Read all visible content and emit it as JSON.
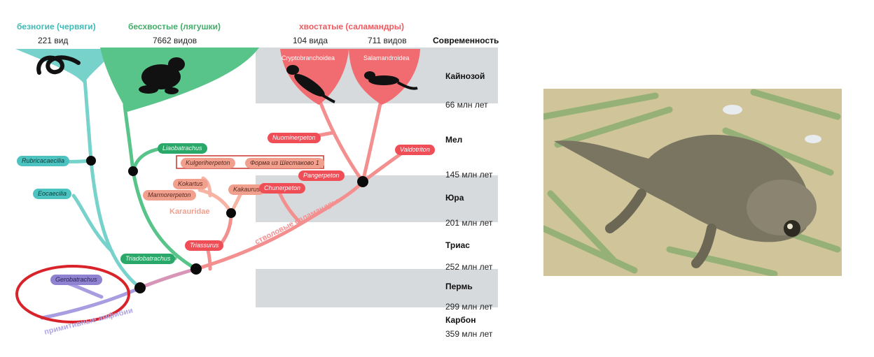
{
  "groups": {
    "caecilians": {
      "title": "безногие (червяги)",
      "count": "221 вид",
      "color": "#3fbab4"
    },
    "frogs": {
      "title": "бесхвостые (лягушки)",
      "count": "7662 видов",
      "color": "#3fae67"
    },
    "salamanders": {
      "title": "хвостатые (саламандры)",
      "count_a": "104 вида",
      "count_b": "711 видов",
      "color": "#ef5a5f"
    }
  },
  "subgroups": {
    "crypto": "Cryptobranchoidea",
    "salamandroidea": "Salamandroidea"
  },
  "timeline": {
    "present": "Современность",
    "cenozoic": "Кайнозой",
    "age_66": "66 млн лет",
    "cretaceous": "Мел",
    "age_145": "145 млн лет",
    "jurassic": "Юра",
    "age_201": "201 млн лет",
    "triassic": "Триас",
    "age_252": "252 млн лет",
    "permian": "Пермь",
    "age_299": "299 млн лет",
    "carboniferous": "Карбон",
    "age_359": "359 млн лет"
  },
  "taxa": {
    "rubricacaecilia": "Rubricacaecilia",
    "eocaecilia": "Eocaecilia",
    "liaobatrachus": "Liaobatrachus",
    "kulgeriherpeton": "Kulgeriherpeton",
    "shestakovo": "Форма из Шестаково 1",
    "kokartus": "Kokartus",
    "marmorerpeton": "Marmorerpeton",
    "kakaurus": "Kakaurus",
    "chunerpeton": "Chunerpeton",
    "pangerpeton": "Pangerpeton",
    "nuominerpeton": "Nuominerpeton",
    "valdotriton": "Valdotriton",
    "karauridae": "Karauridae",
    "triassurus": "Triassurus",
    "triadobatrachus": "Triadobatrachus",
    "gerobatrachus": "Gerobatrachus"
  },
  "labels": {
    "stem_salamanders": "стволовые саламандры",
    "primitive_amphibians": "примитивные амфибии"
  }
}
